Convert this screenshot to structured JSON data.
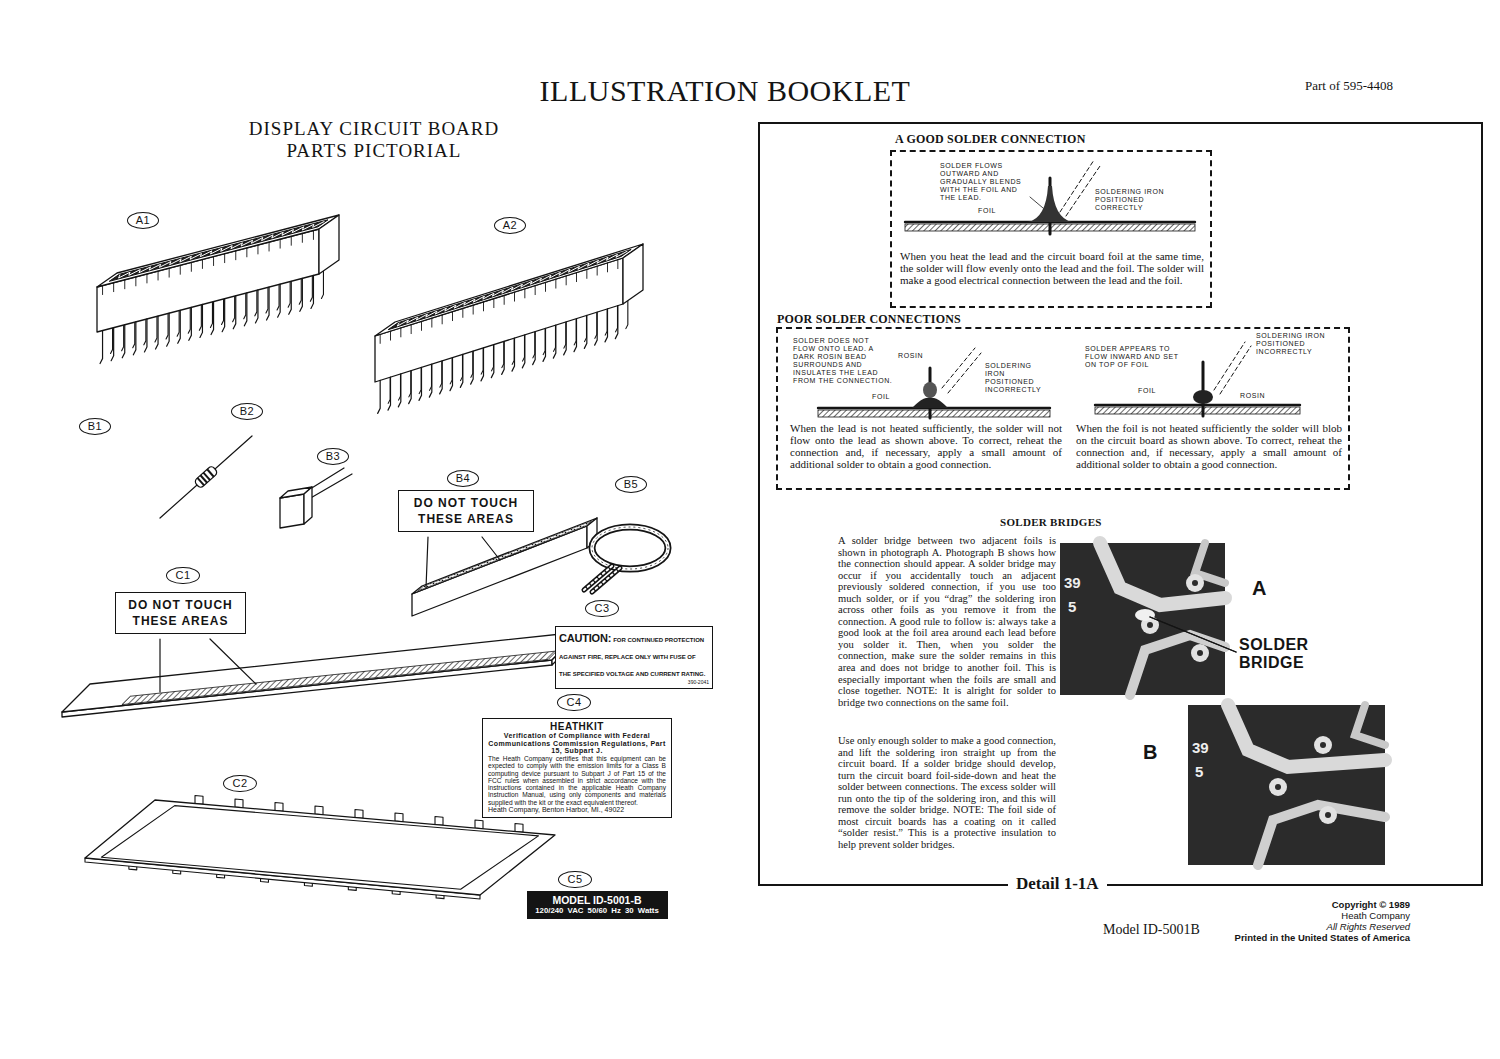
{
  "diagram": {
    "title": "ILLUSTRATION BOOKLET",
    "nodes": [
      {
        "text": [
          "A1"
        ]
      },
      {
        "text": [
          "A2"
        ]
      },
      {
        "text": [
          "B1"
        ]
      },
      {
        "text": [
          "B2"
        ]
      },
      {
        "text": [
          "B3"
        ]
      },
      {
        "text": [
          "B4"
        ]
      },
      {
        "text": [
          "B5"
        ]
      },
      {
        "text": [
          "C1"
        ]
      },
      {
        "text": [
          "C2"
        ]
      },
      {
        "text": [
          "C3"
        ]
      },
      {
        "text": [
          "C4"
        ]
      },
      {
        "text": [
          "C5"
        ]
      },
      {
        "text": [
          "DO NOT TOUCH THESE AREAS"
        ]
      },
      {
        "text": [
          "DO NOT TOUCH THESE AREAS"
        ]
      },
      {
        "text": [
          "CAUTION:",
          "FOR CONTINUED PROTECTION AGAINST FIRE, REPLACE ONLY WITH FUSE OF THE SPECIFIED VOLTAGE AND CURRENT RATING.",
          "390-2041"
        ]
      },
      {
        "text": [
          "HEATHKIT",
          "Verification of Compliance with Federal Communications Commission Regulations, Part 15, Subpart J.",
          "The Heath Company certifies that this equipment can be expected to comply with the emission limits for a Class B computing device pursuant to Subpart J of Part 15 of the FCC rules when assembled in strict accordance with the instructions contained in the applicable Heath Company Instruction Manual, using only components and materials supplied with the kit or the exact equivalent thereof.",
          "Heath Company, Benton Harbor, MI., 49022"
        ]
      },
      {
        "text": [
          "MODEL ID-5001-B",
          "120/240 VAC 50/60 Hz 30 Watts"
        ]
      },
      {
        "text": [
          "SOLDER BRIDGES",
          "A solder bridge between two adjacent foils is shown in photograph A. Photograph B shows how the connection should appear. A solder bridge may occur if you accidentally touch an adjacent previously soldered connection, if you use too much solder, or if you “drag” the soldering iron across other foils as you remove it from the connection. A good rule to follow is: always take a good look at the foil area around each lead before you solder it. Then, when you solder the connection, make sure the solder remains in this area and does not bridge to another foil. This is especially important when the foils are small and close together. NOTE: It is alright for solder to bridge two connections on the same foil.",
          "Use only enough solder to make a good connection, and lift the soldering iron straight up from the circuit board. If a solder bridge should develop, turn the circuit board foil-side-down and heat the solder between connections. The excess solder will run onto the tip of the soldering iron, and this will remove the solder bridge. NOTE: The foil side of most circuit boards has a coating on it called “solder resist.” This is a protective insulation to help prevent solder bridges.",
          "Detail 1-1A"
        ]
      },
      {
        "text": [
          "A GOOD SOLDER CONNECTION",
          "When you heat the lead and the circuit board foil at the same time, the solder will flow evenly onto the lead and the foil. The solder will make a good electrical connection between the lead and the foil."
        ],
        "in": 17
      },
      {
        "text": [
          "POOR SOLDER CONNECTIONS",
          "When the lead is not heated sufficiently, the solder will not flow onto the lead as shown above. To correct, reheat the connection and, if necessary, apply a small amount of additional solder to obtain a good connection.",
          "When the foil is not heated sufficiently the solder will blob on the circuit board as shown above. To correct, reheat the connection and, if necessary, apply a small amount of additional solder to obtain a good connection."
        ],
        "in": 17
      }
    ],
    "labels": [
      "Part of 595-4408",
      "DISPLAY CIRCUIT BOARD PARTS PICTORIAL",
      "SOLDER FLOWS OUTWARD AND GRADUALLY BLENDS WITH THE FOIL AND THE LEAD.",
      "FOIL",
      "SOLDERING IRON POSITIONED CORRECTLY",
      "SOLDER DOES NOT FLOW ONTO LEAD. A DARK ROSIN BEAD SURROUNDS AND INSULATES THE LEAD FROM THE CONNECTION.",
      "ROSIN",
      "SOLDERING IRON POSITIONED INCORRECTLY",
      "FOIL",
      "SOLDER APPEARS TO FLOW INWARD AND SET ON TOP OF FOIL",
      "SOLDERING IRON POSITIONED INCORRECTLY",
      "FOIL",
      "ROSIN",
      "39",
      "5",
      "A",
      "SOLDER BRIDGE",
      "B",
      "39",
      "5",
      "Model ID-5001B",
      "Copyright © 1989",
      "Heath Company",
      "All Rights Reserved",
      "Printed in the United States of America"
    ]
  }
}
